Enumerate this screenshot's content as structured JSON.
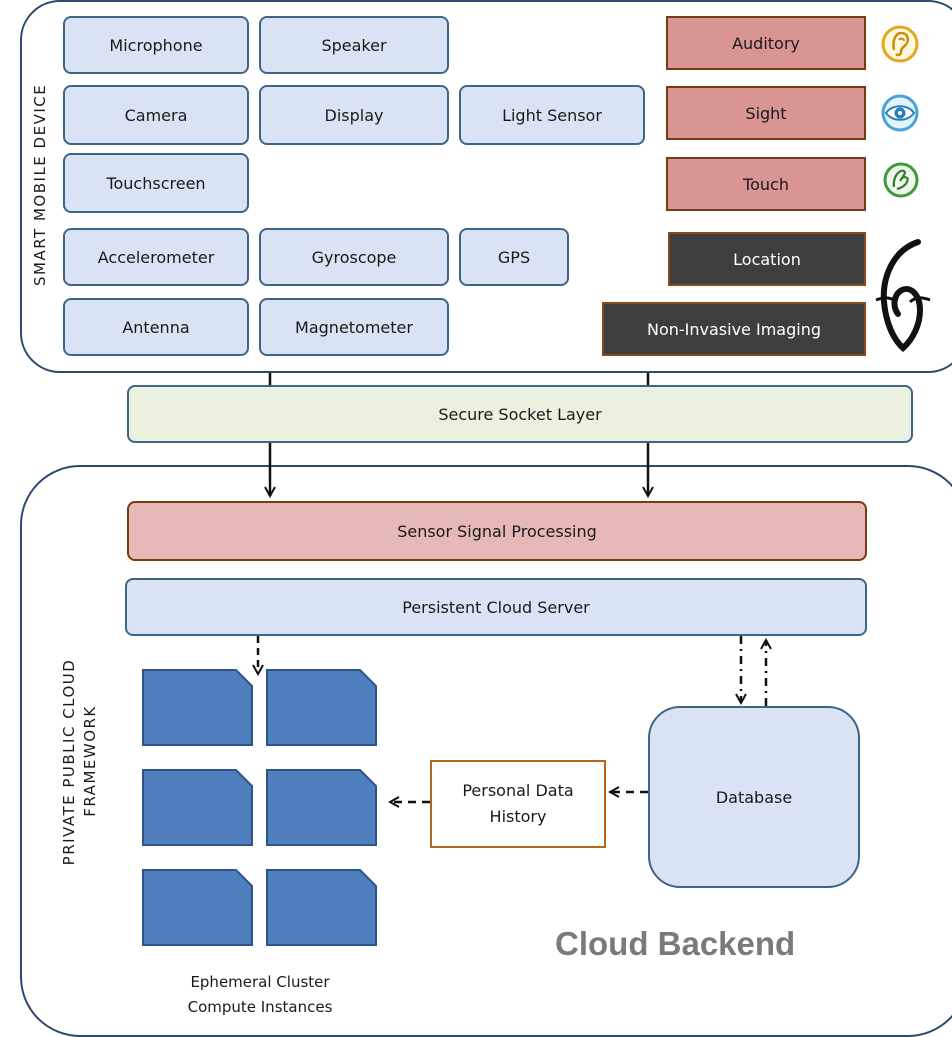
{
  "device": {
    "title": "SMART MOBILE DEVICE",
    "sensors": {
      "microphone": "Microphone",
      "speaker": "Speaker",
      "camera": "Camera",
      "display": "Display",
      "light_sensor": "Light Sensor",
      "touchscreen": "Touchscreen",
      "accelerometer": "Accelerometer",
      "gyroscope": "Gyroscope",
      "gps": "GPS",
      "antenna": "Antenna",
      "magnetometer": "Magnetometer"
    },
    "senses": {
      "auditory": "Auditory",
      "sight": "Sight",
      "touch": "Touch",
      "location": "Location",
      "imaging": "Non-Invasive Imaging"
    },
    "icon_names": [
      "ear-icon",
      "eye-icon",
      "hand-icon",
      "sixth-sense-icon"
    ]
  },
  "ssl": {
    "label": "Secure Socket Layer"
  },
  "cloud": {
    "title_line1": "PRIVATE   PUBLIC   CLOUD",
    "title_line2": "FRAMEWORK",
    "signal_processing": "Sensor Signal Processing",
    "server": "Persistent Cloud Server",
    "database": "Database",
    "history": "Personal Data History",
    "cluster_line1": "Ephemeral Cluster",
    "cluster_line2": "Compute Instances",
    "backend_label": "Cloud Backend"
  },
  "colors": {
    "sensor_fill": "#dae3f3",
    "sense_fill": "#d99594",
    "dark_fill": "#3e3e3e",
    "ssl_fill": "#ebf1de",
    "processing_fill": "#e6b9b8",
    "cluster_fill": "#4f7fbf",
    "frame_border": "#2c4a6e"
  }
}
